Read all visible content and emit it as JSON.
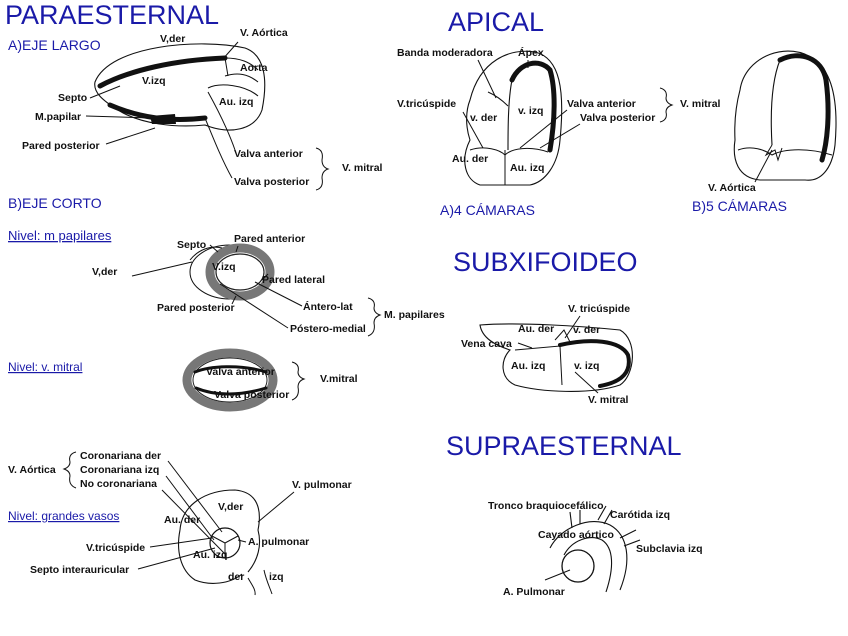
{
  "titles": {
    "paraesternal": "PARAESTERNAL",
    "apical": "APICAL",
    "subxifoideo": "SUBXIFOIDEO",
    "supraesternal": "SUPRAESTERNAL"
  },
  "subtitles": {
    "eje_largo": "A)EJE LARGO",
    "eje_corto": "B)EJE CORTO",
    "cuatro_camaras": "A)4 CÁMARAS",
    "cinco_camaras": "B)5 CÁMARAS"
  },
  "levels": {
    "papilares": "Nivel: m papilares",
    "mitral": "Nivel: v. mitral",
    "grandes_vasos": "Nivel: grandes vasos"
  },
  "eje_largo": {
    "v_der": "V,der",
    "v_aortica": "V. Aórtica",
    "aorta": "Aorta",
    "v_izq": "V.izq",
    "septo": "Septo",
    "au_izq": "Au. izq",
    "m_papilar": "M.papilar",
    "pared_posterior": "Pared posterior",
    "valva_anterior": "Valva anterior",
    "valva_posterior": "Valva posterior",
    "v_mitral": "V. mitral"
  },
  "apical4": {
    "banda_moderadora": "Banda moderadora",
    "apex": "Ápex",
    "v_tricuspide": "V.tricúspide",
    "v_der": "v. der",
    "v_izq": "v. izq",
    "valva_anterior": "Valva anterior",
    "valva_posterior": "Valva posterior",
    "v_mitral": "V. mitral",
    "au_der": "Au. der",
    "au_izq": "Au. izq"
  },
  "apical5": {
    "v_aortica": "V. Aórtica"
  },
  "papilares": {
    "septo": "Septo",
    "pared_anterior": "Pared anterior",
    "v_der": "V,der",
    "v_izq": "V.izq",
    "pared_lateral": "Pared lateral",
    "pared_posterior": "Pared posterior",
    "antero_lat": "Ántero-lat",
    "postero_medial": "Póstero-medial",
    "m_papilares": "M. papilares"
  },
  "mitral": {
    "valva_anterior": "Valva anterior",
    "valva_posterior": "Valva posterior",
    "v_mitral": "V.mitral"
  },
  "subxifoideo": {
    "v_tricuspide": "V. tricúspide",
    "au_der": "Au. der",
    "v_der": "v. der",
    "vena_cava": "Vena cava",
    "au_izq": "Au. izq",
    "v_izq": "v. izq",
    "v_mitral": "V. mitral"
  },
  "grandes_vasos": {
    "coronariana_der": "Coronariana der",
    "coronariana_izq": "Coronariana izq",
    "no_coronariana": "No coronariana",
    "v_aortica": "V. Aórtica",
    "v_pulmonar": "V. pulmonar",
    "v_der": "V,der",
    "au_der": "Au. der",
    "a_pulmonar": "A. pulmonar",
    "v_tricuspide": "V.tricúspide",
    "au_izq": "Au. izq",
    "septo_interauricular": "Septo interauricular",
    "der": "der",
    "izq": "izq"
  },
  "supraesternal": {
    "tronco_braquiocefalico": "Tronco braquiocefálico",
    "carotida_izq": "Carótida izq",
    "cayado_aortico": "Cayado aórtico",
    "subclavia_izq": "Subclavia  izq",
    "a_pulmonar": "A. Pulmonar"
  },
  "colors": {
    "title_blue": "#1a1aa8",
    "ink": "#111111",
    "myocardium_gray": "#8c8c8c"
  }
}
